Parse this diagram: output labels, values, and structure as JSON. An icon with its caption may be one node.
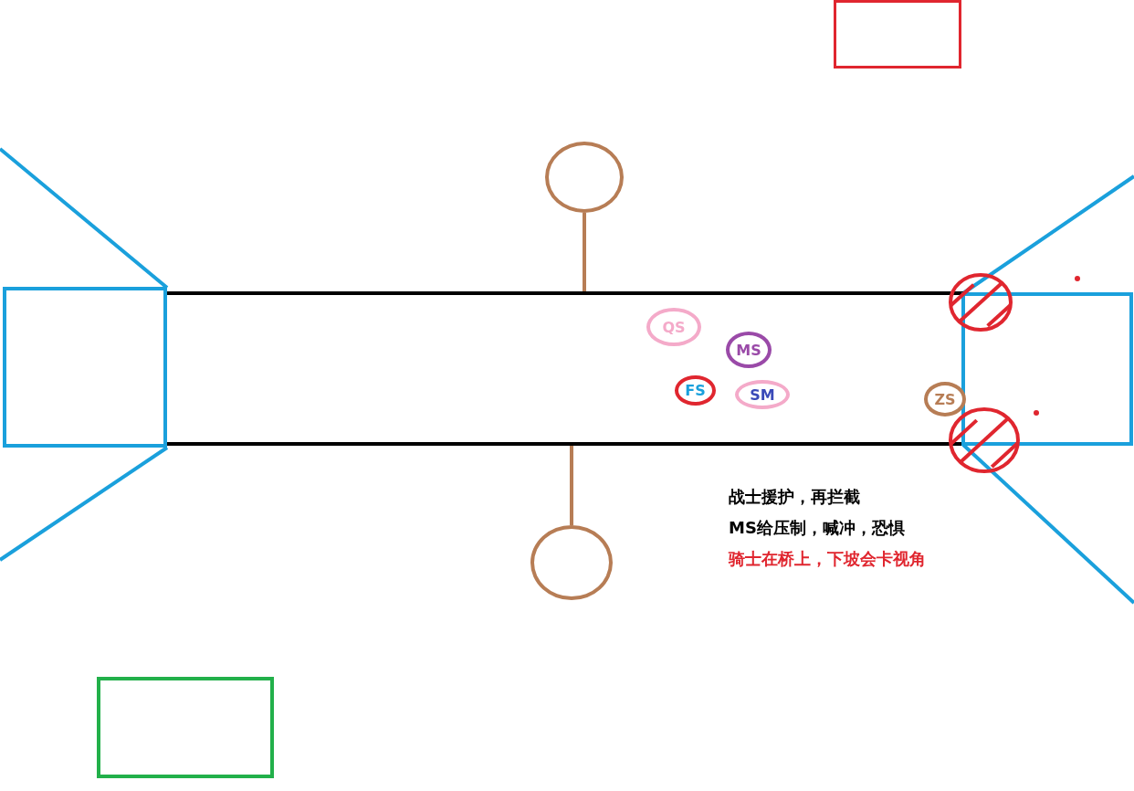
{
  "diagram": {
    "nodes": [
      {
        "text": [],
        "shape": "box"
      },
      {
        "text": [],
        "shape": "circle"
      },
      {
        "text": [],
        "shape": "box"
      },
      {
        "text": [],
        "shape": "bar"
      },
      {
        "text": [],
        "shape": "box"
      },
      {
        "text": [],
        "shape": "circle"
      },
      {
        "text": [
          "QS"
        ],
        "in": 3
      },
      {
        "text": [
          "MS"
        ],
        "in": 3
      },
      {
        "text": [
          "FS"
        ],
        "in": 3
      },
      {
        "text": [
          "SM"
        ],
        "in": 3
      },
      {
        "text": [
          "ZS"
        ],
        "in": 3
      },
      {
        "text": [],
        "shape": "circle"
      },
      {
        "text": [],
        "shape": "circle"
      },
      {
        "text": [],
        "shape": "box"
      }
    ],
    "edges": [
      {
        "from": 1,
        "to": 3,
        "arrow": "none"
      },
      {
        "from": 12,
        "to": 3,
        "arrow": "none"
      }
    ],
    "labels": [
      "战士援护，再拦截",
      "MS给压制，喊冲，恐惧",
      "骑士在桥上，下坡会卡视角"
    ]
  }
}
